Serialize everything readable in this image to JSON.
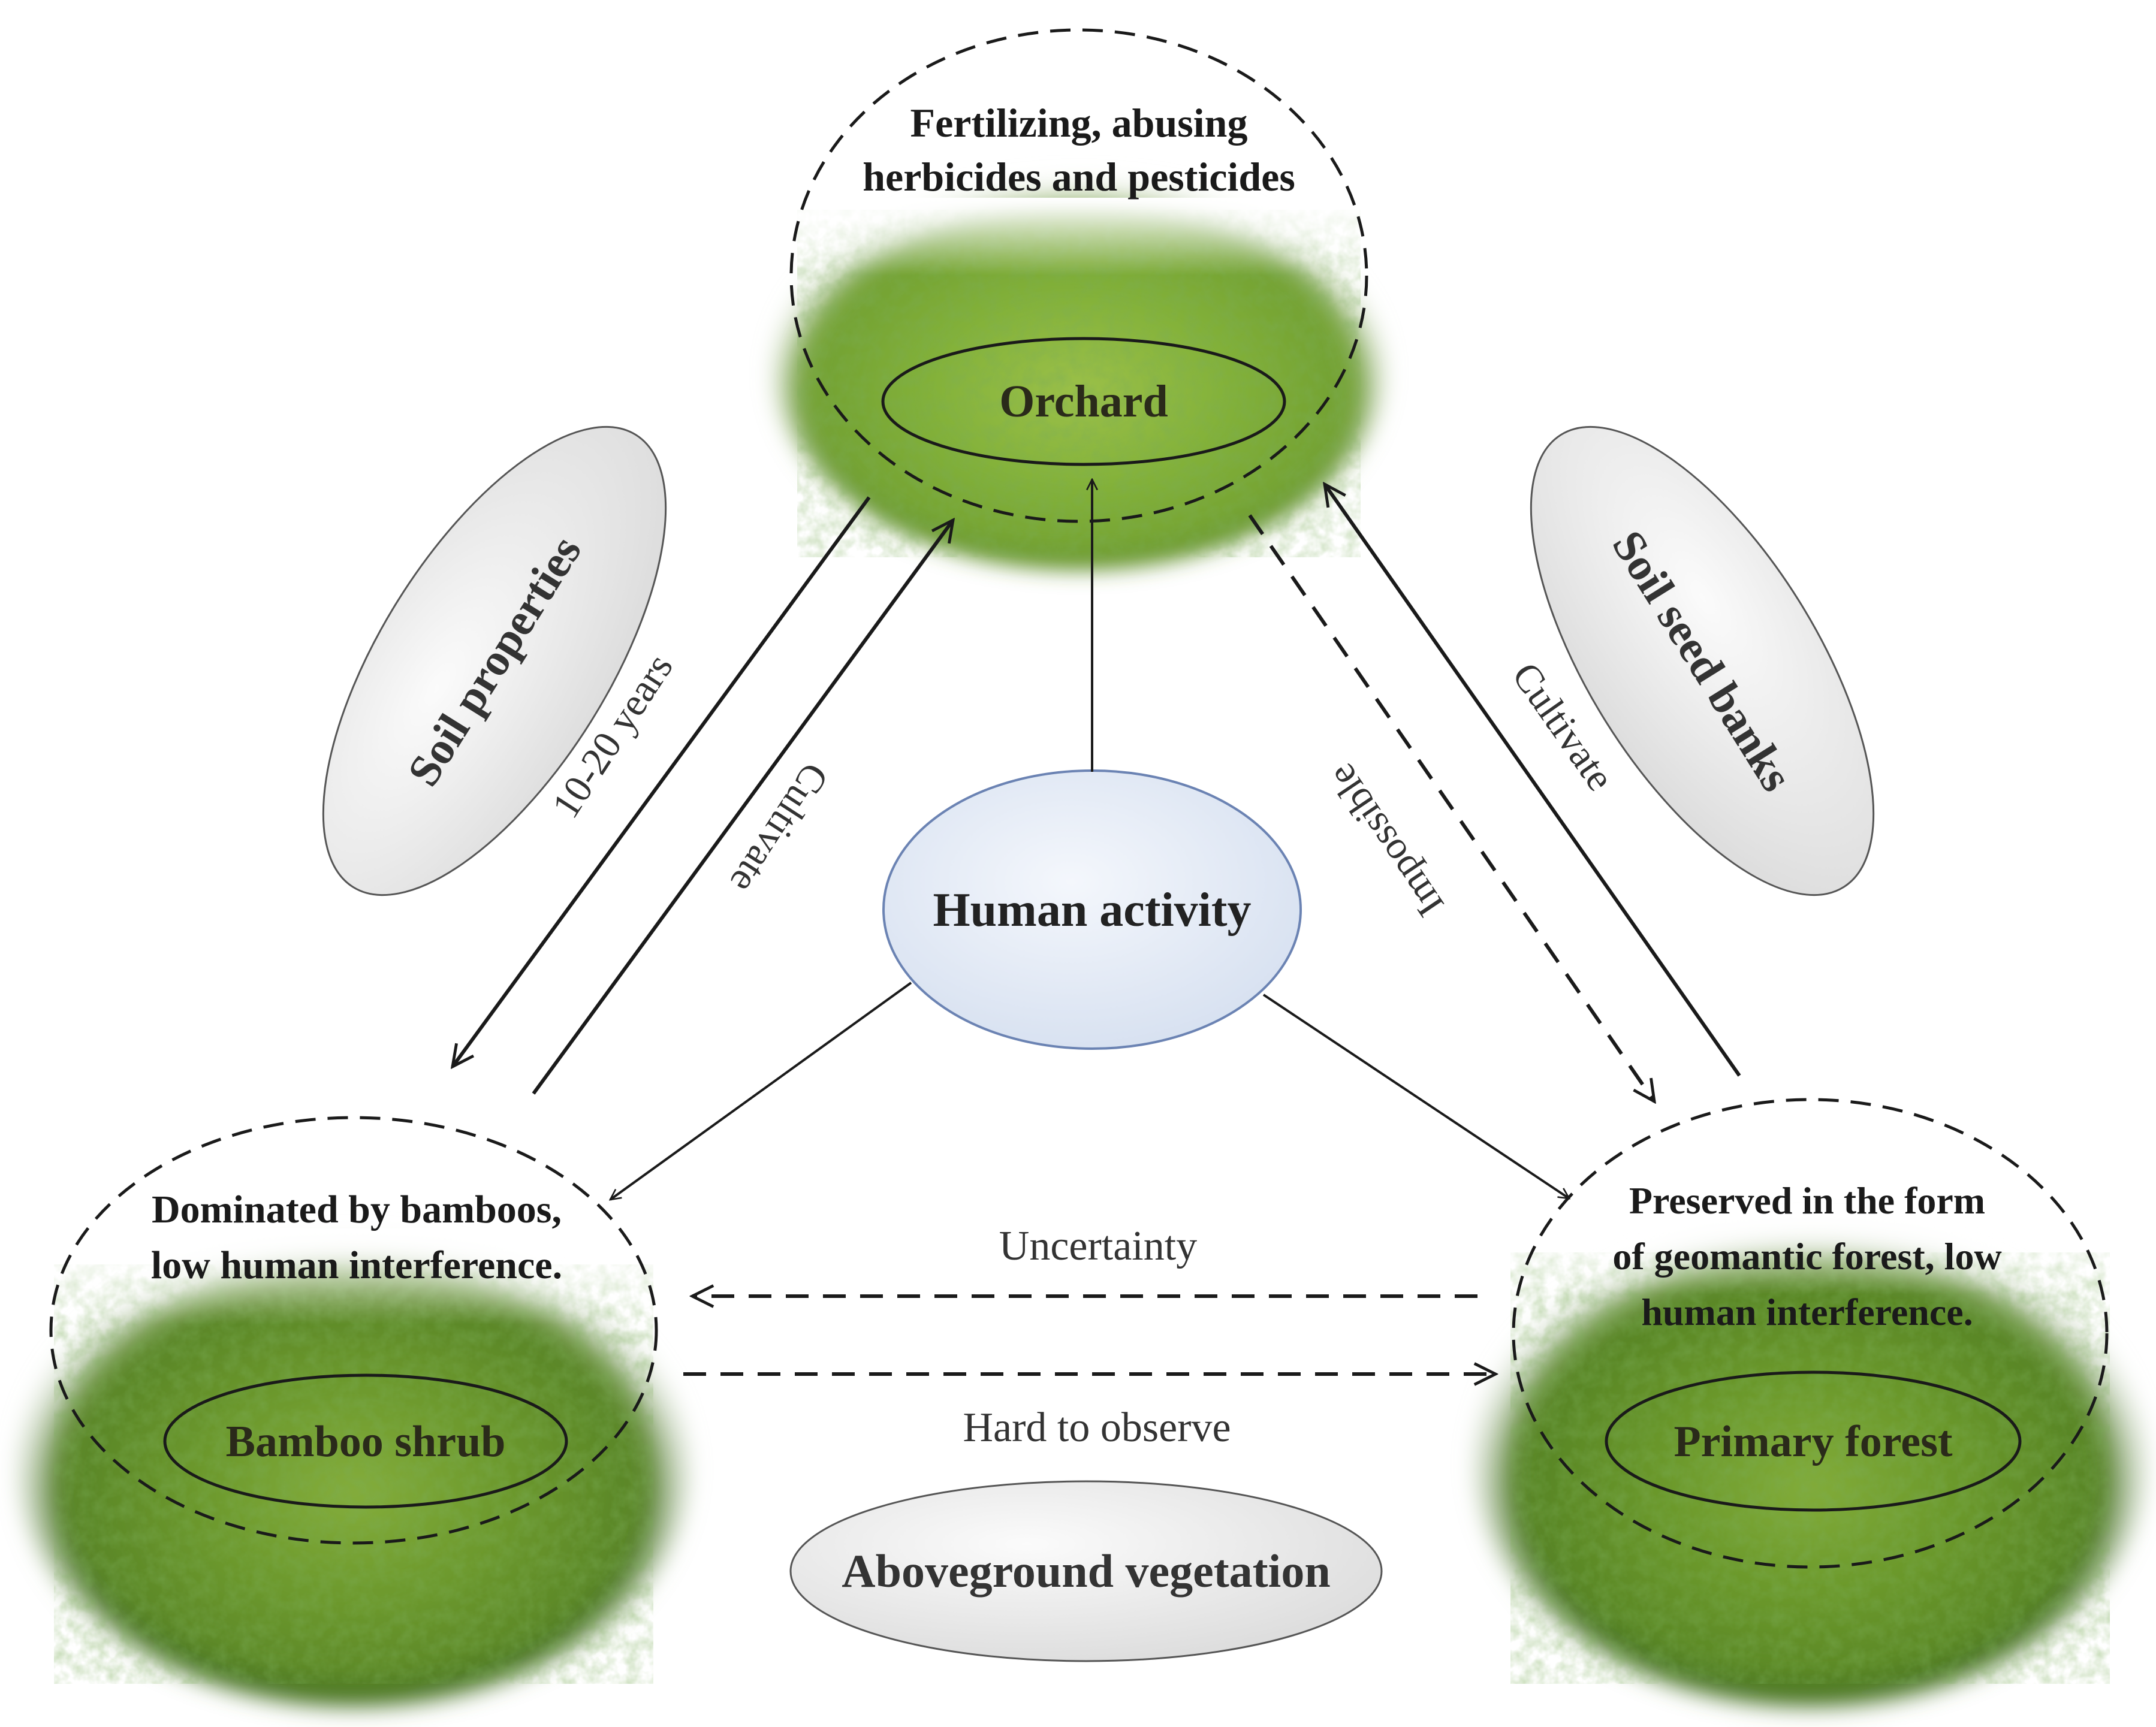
{
  "nodes": {
    "orchard": {
      "description": "Fertilizing, abusing herbicides and pesticides",
      "description_lines": [
        "Fertilizing, abusing",
        "herbicides and pesticides"
      ],
      "label": "Orchard"
    },
    "bamboo": {
      "description": "Dominated by bamboos, low human interference.",
      "description_lines": [
        "Dominated by bamboos,",
        "low human interference."
      ],
      "label": "Bamboo shrub"
    },
    "forest": {
      "description": "Preserved in the form of geomantic forest, low human interference.",
      "description_lines": [
        "Preserved in the form",
        "of geomantic forest, low",
        "human interference."
      ],
      "label": "Primary forest"
    },
    "center": {
      "label": "Human activity"
    }
  },
  "factors": {
    "soil_properties": "Soil properties",
    "soil_seed_banks": "Soil seed banks",
    "aboveground_vegetation": "Aboveground vegetation"
  },
  "edges": {
    "orchard_to_bamboo": "10-20 years",
    "bamboo_to_orchard": "Cultivate",
    "orchard_to_forest": "Impossible",
    "forest_to_orchard": "Cultivate",
    "forest_to_bamboo": "Uncertainty",
    "bamboo_to_forest": "Hard to observe"
  },
  "colors": {
    "vegetation_light": "#cfe08a",
    "vegetation_mid": "#7aa832",
    "vegetation_dark": "#3d6a1a",
    "center_fill": "#e4ebf6",
    "center_stroke": "#6b83b3",
    "factor_fill": "#ededed",
    "line": "#1a1a1a"
  }
}
